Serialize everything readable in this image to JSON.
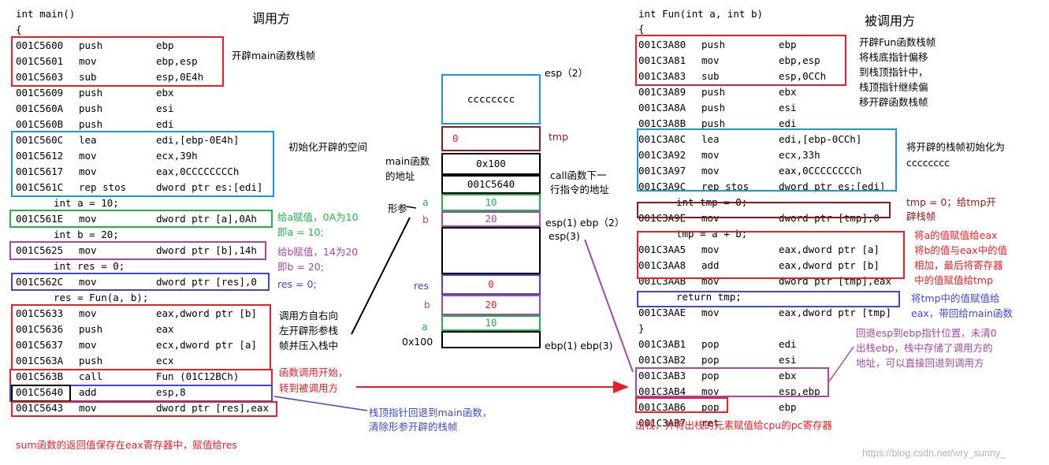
{
  "colors": {
    "red": "#e8202a",
    "blue": "#1a9ad6",
    "green": "#22b14c",
    "purple": "#a349a4",
    "navy": "#3f48cc",
    "darkred": "#8b1a1a",
    "black": "#000000",
    "note_blue": "#3f48cc"
  },
  "titles": {
    "caller": "调用方",
    "callee": "被调用方"
  },
  "main_code": {
    "header": "int main()",
    "brace": "{",
    "rows": [
      {
        "addr": "001C5600",
        "op": "push",
        "arg": "ebp"
      },
      {
        "addr": "001C5601",
        "op": "mov",
        "arg": "ebp,esp"
      },
      {
        "addr": "001C5603",
        "op": "sub",
        "arg": "esp,0E4h"
      },
      {
        "addr": "001C5609",
        "op": "push",
        "arg": "ebx"
      },
      {
        "addr": "001C560A",
        "op": "push",
        "arg": "esi"
      },
      {
        "addr": "001C560B",
        "op": "push",
        "arg": "edi"
      },
      {
        "addr": "001C560C",
        "op": "lea",
        "arg": "edi,[ebp-0E4h]"
      },
      {
        "addr": "001C5612",
        "op": "mov",
        "arg": "ecx,39h"
      },
      {
        "addr": "001C5617",
        "op": "mov",
        "arg": "eax,0CCCCCCCCh"
      },
      {
        "addr": "001C561C",
        "op": "rep stos",
        "arg": "dword ptr es:[edi]"
      },
      {
        "src": "int a = 10;"
      },
      {
        "addr": "001C561E",
        "op": "mov",
        "arg": "dword ptr [a],0Ah"
      },
      {
        "src": "int b = 20;"
      },
      {
        "addr": "001C5625",
        "op": "mov",
        "arg": "dword ptr [b],14h"
      },
      {
        "src": "int res = 0;"
      },
      {
        "addr": "001C562C",
        "op": "mov",
        "arg": "dword ptr [res],0"
      },
      {
        "src": "res = Fun(a, b);"
      },
      {
        "addr": "001C5633",
        "op": "mov",
        "arg": "eax,dword ptr [b]"
      },
      {
        "addr": "001C5636",
        "op": "push",
        "arg": "eax"
      },
      {
        "addr": "001C5637",
        "op": "mov",
        "arg": "ecx,dword ptr [a]"
      },
      {
        "addr": "001C563A",
        "op": "push",
        "arg": "ecx"
      },
      {
        "addr": "001C563B",
        "op": "call",
        "arg": "Fun (01C12BCh)"
      },
      {
        "addr": "001C5640",
        "op": "add",
        "arg": "esp,8"
      },
      {
        "addr": "001C5643",
        "op": "mov",
        "arg": "dword ptr [res],eax"
      }
    ]
  },
  "fun_code": {
    "header": "int Fun(int a, int b)",
    "brace_open": "{",
    "brace_close": "}",
    "rows": [
      {
        "addr": "001C3A80",
        "op": "push",
        "arg": "ebp"
      },
      {
        "addr": "001C3A81",
        "op": "mov",
        "arg": "ebp,esp"
      },
      {
        "addr": "001C3A83",
        "op": "sub",
        "arg": "esp,0CCh"
      },
      {
        "addr": "001C3A89",
        "op": "push",
        "arg": "ebx"
      },
      {
        "addr": "001C3A8A",
        "op": "push",
        "arg": "esi"
      },
      {
        "addr": "001C3A8B",
        "op": "push",
        "arg": "edi"
      },
      {
        "addr": "001C3A8C",
        "op": "lea",
        "arg": "edi,[ebp-0CCh]"
      },
      {
        "addr": "001C3A92",
        "op": "mov",
        "arg": "ecx,33h"
      },
      {
        "addr": "001C3A97",
        "op": "mov",
        "arg": "eax,0CCCCCCCCh"
      },
      {
        "addr": "001C3A9C",
        "op": "rep stos",
        "arg": "dword ptr es:[edi]"
      },
      {
        "src": "int tmp = 0;"
      },
      {
        "addr": "001C3A9E",
        "op": "mov",
        "arg": "dword ptr [tmp],0"
      },
      {
        "src": "tmp = a + b;"
      },
      {
        "addr": "001C3AA5",
        "op": "mov",
        "arg": "eax,dword ptr [a]"
      },
      {
        "addr": "001C3AA8",
        "op": "add",
        "arg": "eax,dword ptr [b]"
      },
      {
        "addr": "001C3AAB",
        "op": "mov",
        "arg": "dword ptr [tmp],eax"
      },
      {
        "src": "return tmp;"
      },
      {
        "addr": "001C3AAE",
        "op": "mov",
        "arg": "eax,dword ptr [tmp]"
      },
      {
        "brace": "}"
      },
      {
        "addr": "001C3AB1",
        "op": "pop",
        "arg": "edi"
      },
      {
        "addr": "001C3AB2",
        "op": "pop",
        "arg": "esi"
      },
      {
        "addr": "001C3AB3",
        "op": "pop",
        "arg": "ebx"
      },
      {
        "addr": "001C3AB4",
        "op": "mov",
        "arg": "esp,ebp"
      },
      {
        "addr": "001C3AB6",
        "op": "pop",
        "arg": "ebp"
      },
      {
        "addr": "001C3AB7",
        "op": "ret",
        "arg": ""
      }
    ]
  },
  "annotations": {
    "main_prologue": "开辟main函数栈帧",
    "main_init": "初始化开辟的空间",
    "assign_a_1": "给a赋值，0A为10",
    "assign_a_2": "即a = 10;",
    "assign_b_1": "给b赋值，14为20",
    "assign_b_2": "即b = 20;",
    "assign_res": "res = 0;",
    "push_args_1": "调用方自右向",
    "push_args_2": "左开辟形参栈",
    "push_args_3": "帧并压入栈中",
    "call_1": "函数调用开始，",
    "call_2": "转到被调用方",
    "cleanup_1": "栈顶指针回退到main函数，",
    "cleanup_2": "清除形参开辟的栈帧",
    "eax_return": "sum函数的返回值保存在eax寄存器中，赋值给res",
    "fun_prologue": [
      "开辟Fun函数栈帧",
      "将栈底指针偏移",
      "到栈顶指针中，",
      "栈顶指针继续偏",
      "移开辟函数栈帧"
    ],
    "fun_init_1": "将开辟的栈帧初始化为",
    "fun_init_2": "cccccccc",
    "tmp_zero_1": "tmp = 0；给tmp开",
    "tmp_zero_2": "辟栈帧",
    "add_ab": [
      "将a的值赋值给eax",
      "将b的值与eax中的值",
      "相加，最后将寄存器",
      "中的值赋值给tmp"
    ],
    "ret_eax_1": "将tmp中的值赋值给",
    "ret_eax_2": "eax，带回给main函数",
    "epilogue": [
      "回退esp到ebp指针位置，未清0",
      "出栈ebp，栈中存储了调用方的",
      "地址，可以直接回退到调用方"
    ],
    "ret_note": "出栈，并将出栈的元素赋值给cpu的pc寄存器"
  },
  "stack": {
    "cells": [
      "cccccccc",
      "0",
      "0x100",
      "001C5640",
      "10",
      "20",
      "",
      "0",
      "20",
      "10",
      ""
    ],
    "labels": {
      "esp2": "esp（2）",
      "tmp": "tmp",
      "main_addr_1": "main函数",
      "main_addr_2": "的地址",
      "call_next_1": "call函数下一",
      "call_next_2": "行指令的地址",
      "params": "形参",
      "a": "a",
      "b": "b",
      "esp1_ebp2": "esp(1) ebp（2）",
      "esp3": "esp(3)",
      "res": "res",
      "b2": "b",
      "a2": "a",
      "bottom_val": "0x100",
      "ebp1_ebp3": "ebp(1) ebp(3)"
    }
  },
  "watermark": "https://blog.csdn.net/wry_sunny_"
}
